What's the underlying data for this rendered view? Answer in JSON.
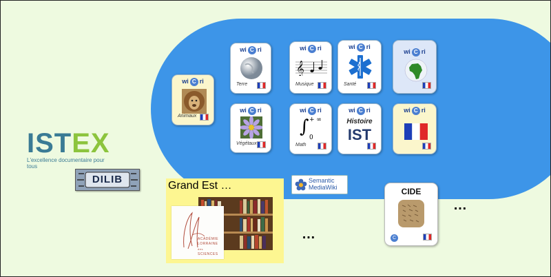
{
  "wici_badge": {
    "left": "wi",
    "mid": "C",
    "right": "ri"
  },
  "tiles": [
    {
      "id": "animaux",
      "label": "Animaux",
      "icon": "lion-icon",
      "bg": "cream"
    },
    {
      "id": "terre",
      "label": "Terre",
      "icon": "earth-globe-icon",
      "bg": "white"
    },
    {
      "id": "vegetaux",
      "label": "Végétaux",
      "icon": "aster-flower-icon",
      "bg": "white"
    },
    {
      "id": "musique",
      "label": "Musique",
      "icon": "music-notes-icon",
      "bg": "white"
    },
    {
      "id": "math",
      "label": "Math",
      "icon": "integral-icon",
      "bg": "white",
      "formula": {
        "symbol": "∫",
        "upper": "+ ∞",
        "lower": "0"
      }
    },
    {
      "id": "sante",
      "label": "Santé",
      "icon": "star-of-life-icon",
      "bg": "white"
    },
    {
      "id": "histoire_ist",
      "label": "",
      "icon": "",
      "bg": "white",
      "title": "Histoire",
      "big": "IST"
    },
    {
      "id": "afrique",
      "label": "",
      "icon": "africa-globe-icon",
      "bg": "blue"
    },
    {
      "id": "france",
      "label": "",
      "icon": "french-flag-icon",
      "bg": "cream"
    }
  ],
  "istex": {
    "word_a": "IST",
    "word_b": "EX",
    "tagline": "L'excellence documentaire pour tous"
  },
  "dili": {
    "text": "DILIB"
  },
  "grand_est": {
    "title": "Grand Est …",
    "logo_lines": [
      "ACADÉMIE",
      "LORRAINE",
      "des",
      "SCIENCES"
    ]
  },
  "smw": {
    "line1": "Semantic",
    "line2": "MediaWiki"
  },
  "cide": {
    "title": "CIDE"
  },
  "ellipsis": {
    "bottom": "…",
    "right": "…"
  },
  "colors": {
    "blob": "#3d95e8",
    "background": "#eefae0",
    "grand_est_bg": "#fdf691",
    "istex_green": "#8cc43d",
    "istex_teal": "#3a7b95"
  }
}
